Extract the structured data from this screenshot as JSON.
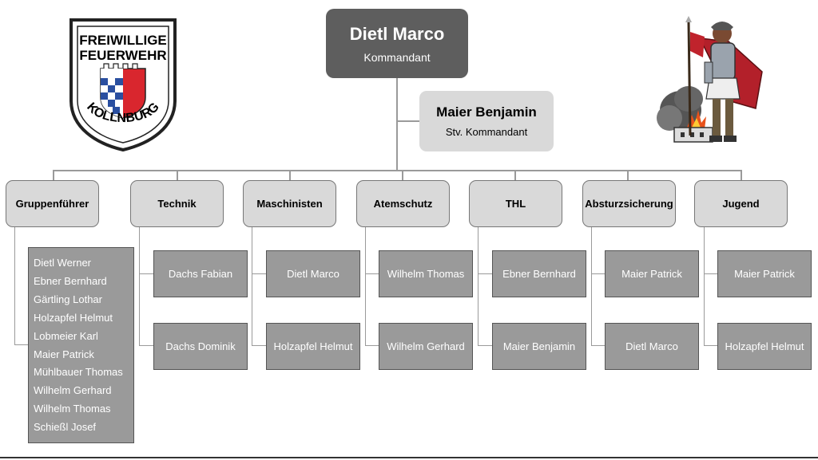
{
  "chief": {
    "name": "Dietl Marco",
    "role": "Kommandant"
  },
  "deputy": {
    "name": "Maier Benjamin",
    "role": "Stv. Kommandant"
  },
  "logo": {
    "line1": "FREIWILLIGE",
    "line2": "FEUERWEHR",
    "place": "KOLLNBURG"
  },
  "groups": [
    {
      "label": "Gruppenführer",
      "members": [
        "Dietl Werner",
        "Ebner Bernhard",
        "Gärtling Lothar",
        "Holzapfel Helmut",
        "Lobmeier Karl",
        "Maier Patrick",
        "Mühlbauer Thomas",
        "Wilhelm Gerhard",
        "Wilhelm Thomas",
        "Schießl Josef"
      ]
    },
    {
      "label": "Technik",
      "members": [
        "Dachs Fabian",
        "Dachs Dominik"
      ]
    },
    {
      "label": "Maschinisten",
      "members": [
        "Dietl Marco",
        "Holzapfel Helmut"
      ]
    },
    {
      "label": "Atemschutz",
      "members": [
        "Wilhelm Thomas",
        "Wilhelm Gerhard"
      ]
    },
    {
      "label": "THL",
      "members": [
        "Ebner Bernhard",
        "Maier Benjamin"
      ]
    },
    {
      "label": "Absturzsicherung",
      "members": [
        "Maier Patrick",
        "Dietl Marco"
      ]
    },
    {
      "label": "Jugend",
      "members": [
        "Maier Patrick",
        "Holzapfel Helmut"
      ]
    }
  ],
  "colors": {
    "chief_fill": "#5e5e5e",
    "group_fill": "#d9d9d9",
    "member_fill": "#9a9a9a",
    "crest_blue": "#2a4fa0",
    "crest_red": "#d9262e"
  }
}
